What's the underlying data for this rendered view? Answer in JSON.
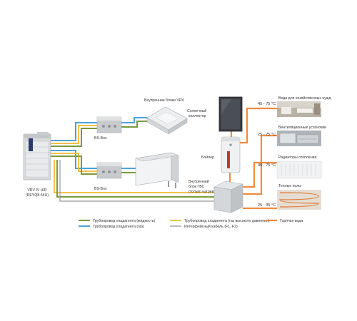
{
  "components": {
    "outdoor_unit": {
      "line1": "VRV IV H/R",
      "line2": "(REYQ8-54U)"
    },
    "bs_box_1": "BS-Box",
    "bs_box_2": "BS-Box",
    "vrv_indoor": "Внутренние блоки VRV",
    "solar": {
      "line1": "Солнечный",
      "line2": "коллектор"
    },
    "boiler": "Бойлер",
    "dhw_unit": {
      "line1": "Внутренний",
      "line2": "блок ГВС",
      "line3": "(только нагрев)"
    }
  },
  "applications": [
    {
      "label": "Вода для хозяйственных нужд",
      "temp": "45 - 75 °C"
    },
    {
      "label": "Вентиляционные установки",
      "temp": "25 - 75 °C"
    },
    {
      "label": "Радиаторы отопления",
      "temp": "45 - 75 °C"
    },
    {
      "label": "Теплые полы",
      "temp": "25 - 35 °C"
    }
  ],
  "legend": [
    {
      "label": "Трубопровод хладагента (жидкость)",
      "color": "#7a9a3a"
    },
    {
      "label": "Трубопровод хладагента (газ)",
      "color": "#4aa3d8"
    },
    {
      "label": "Трубопровод хладагента (газ высокого давления)",
      "color": "#f2c14a"
    },
    {
      "label": "Интерфейсный кабель (F1, F2)",
      "color": "#999999"
    },
    {
      "label": "Горячая вода",
      "color": "#f08a3c"
    }
  ],
  "colors": {
    "liquid": "#7a9a3a",
    "gas": "#4aa3d8",
    "hp_gas": "#f2c14a",
    "cable": "#999999",
    "hot_water": "#f08a3c"
  }
}
